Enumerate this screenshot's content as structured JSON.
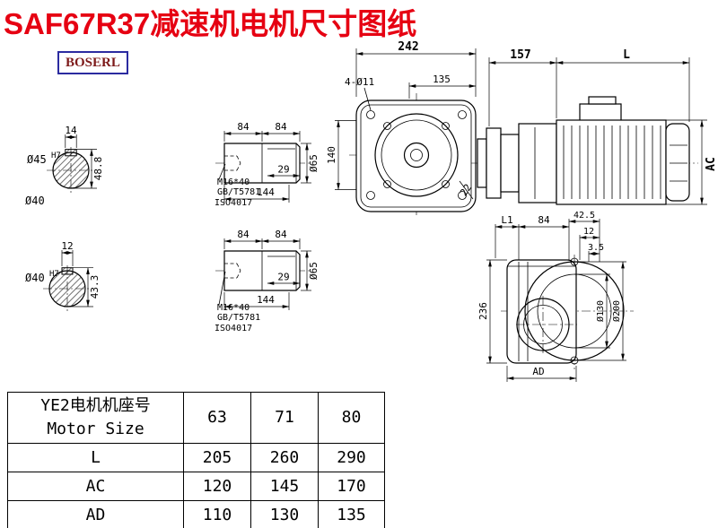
{
  "title": "SAF67R37减速机电机尺寸图纸",
  "brand": "BOSERL",
  "colors": {
    "title_red": "#e60012",
    "logo_text": "#7d1a1a",
    "logo_border": "#2b2ba0"
  },
  "hub_top": {
    "key_width": "14",
    "bore": "Ø45",
    "fit": "H7",
    "height": "48.8",
    "od_label": "Ø40"
  },
  "hub_bottom": {
    "key_width": "12",
    "bore": "Ø40",
    "fit": "H7",
    "height": "43.3"
  },
  "shaft": {
    "seg_a": "84",
    "seg_b": "84",
    "step": "29",
    "length": "144",
    "dia": "Ø65",
    "thread": "M16*40",
    "std_gb": "GB/T5781",
    "std_iso": "ISO4017"
  },
  "front": {
    "width": "242",
    "holes": "4-Ø11",
    "pitch": "135",
    "height": "140",
    "angle": "22"
  },
  "side": {
    "length": "157",
    "L": "L",
    "AC": "AC"
  },
  "output": {
    "L1": "L1",
    "w84": "84",
    "w42_5": "42.5",
    "w12": "12",
    "w3_5": "3.5",
    "height": "236",
    "d130": "Ø130",
    "d200": "Ø200",
    "AD": "AD"
  },
  "table": {
    "motor_label_cn": "YE2电机机座号",
    "motor_label_en": "Motor Size",
    "sizes": [
      "63",
      "71",
      "80"
    ],
    "rows": [
      {
        "label": "L",
        "values": [
          "205",
          "260",
          "290"
        ]
      },
      {
        "label": "AC",
        "values": [
          "120",
          "145",
          "170"
        ]
      },
      {
        "label": "AD",
        "values": [
          "110",
          "130",
          "135"
        ]
      }
    ]
  }
}
